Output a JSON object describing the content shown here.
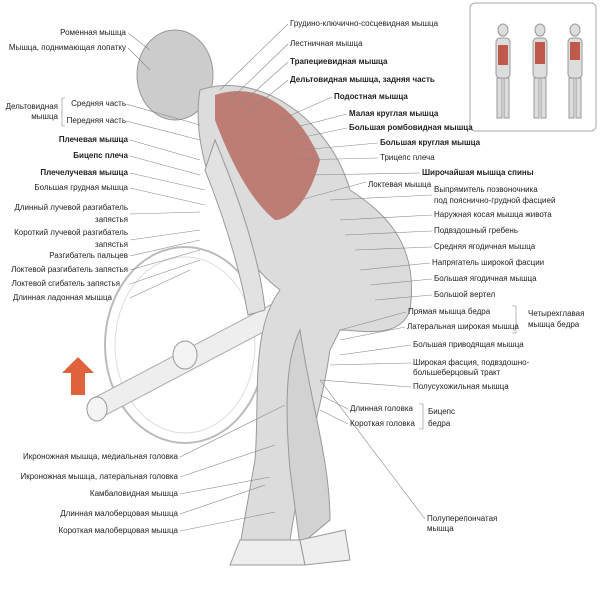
{
  "labels_left": {
    "rhomboid_minor": "Роменная мышца",
    "levator_scapulae": "Мышца, поднимающая лопатку",
    "deltoid_group": "Дельтовидная мышца",
    "deltoid_middle": "Средняя часть",
    "deltoid_anterior": "Передняя часть",
    "brachialis": "Плечевая мышца",
    "biceps": "Бицепс плеча",
    "brachioradialis": "Плечелучевая мышца",
    "pectoralis_major": "Большая грудная мышца",
    "ecrl_1": "Длинный лучевой разгибатель",
    "ecrl_2": "запястья",
    "ecrb_1": "Короткий лучевой разгибатель",
    "ecrb_2": "запястья",
    "ext_digitorum": "Разгибатель пальцев",
    "ecu": "Локтевой разгибатель запястья",
    "fcu": "Локтевой сгибатель запястья",
    "palmaris_longus": "Длинная ладонная мышца"
  },
  "labels_right": {
    "scm": "Грудино-ключично-сосцевидная мышца",
    "scalene": "Лестничная мышца",
    "trapezius": "Трапециевидная мышца",
    "deltoid_posterior": "Дельтовидная мышца, задняя часть",
    "infraspinatus": "Подостная мышца",
    "teres_minor": "Малая круглая мышца",
    "rhomboid_major": "Большая ромбовидная мышца",
    "teres_major": "Большая круглая мышца",
    "triceps": "Трицепс плеча",
    "latissimus": "Широчайшая мышца спины",
    "anconeus": "Локтевая мышца",
    "erector_1": "Выпрямитель позвоночника",
    "erector_2": "под пояснично-грудной фасцией",
    "ext_oblique": "Наружная косая мышца живота",
    "iliac_crest": "Подвздошный гребень",
    "glute_med": "Средняя ягодичная мышца",
    "tfl": "Напрягатель широкой фасции",
    "glute_max": "Большая ягодичная мышца",
    "trochanter": "Большой вертел",
    "rectus_femoris": "Прямая мышца бедра",
    "vastus_lateralis": "Латеральная широкая мышца",
    "quadriceps_1": "Четырехглавая",
    "quadriceps_2": "мышца бедра",
    "adductor_magnus": "Большая приводящая мышца",
    "it_band_1": "Широкая фасция, подвздошно-",
    "it_band_2": "большеберцовый тракт",
    "semitendinosus": "Полусухожильная мышца",
    "long_head": "Длинная головка",
    "short_head": "Короткая головка",
    "biceps_femoris_1": "Бицепс",
    "biceps_femoris_2": "бедра",
    "semimembranosus_1": "Полуперепончатая",
    "semimembranosus_2": "мышца"
  },
  "labels_bottom": {
    "gastroc_medial": "Икроножная мышца, медиальная головка",
    "gastroc_lateral": "Икроножная мышца, латеральная головка",
    "soleus": "Камбаловидная мышца",
    "peroneus_longus": "Длинная малоберцовая мышца",
    "peroneus_brevis": "Короткая малоберцовая мышца"
  },
  "colors": {
    "arrow": "#e0623a",
    "muscle_highlight": "#b5655a",
    "body": "#d8d8d8"
  }
}
